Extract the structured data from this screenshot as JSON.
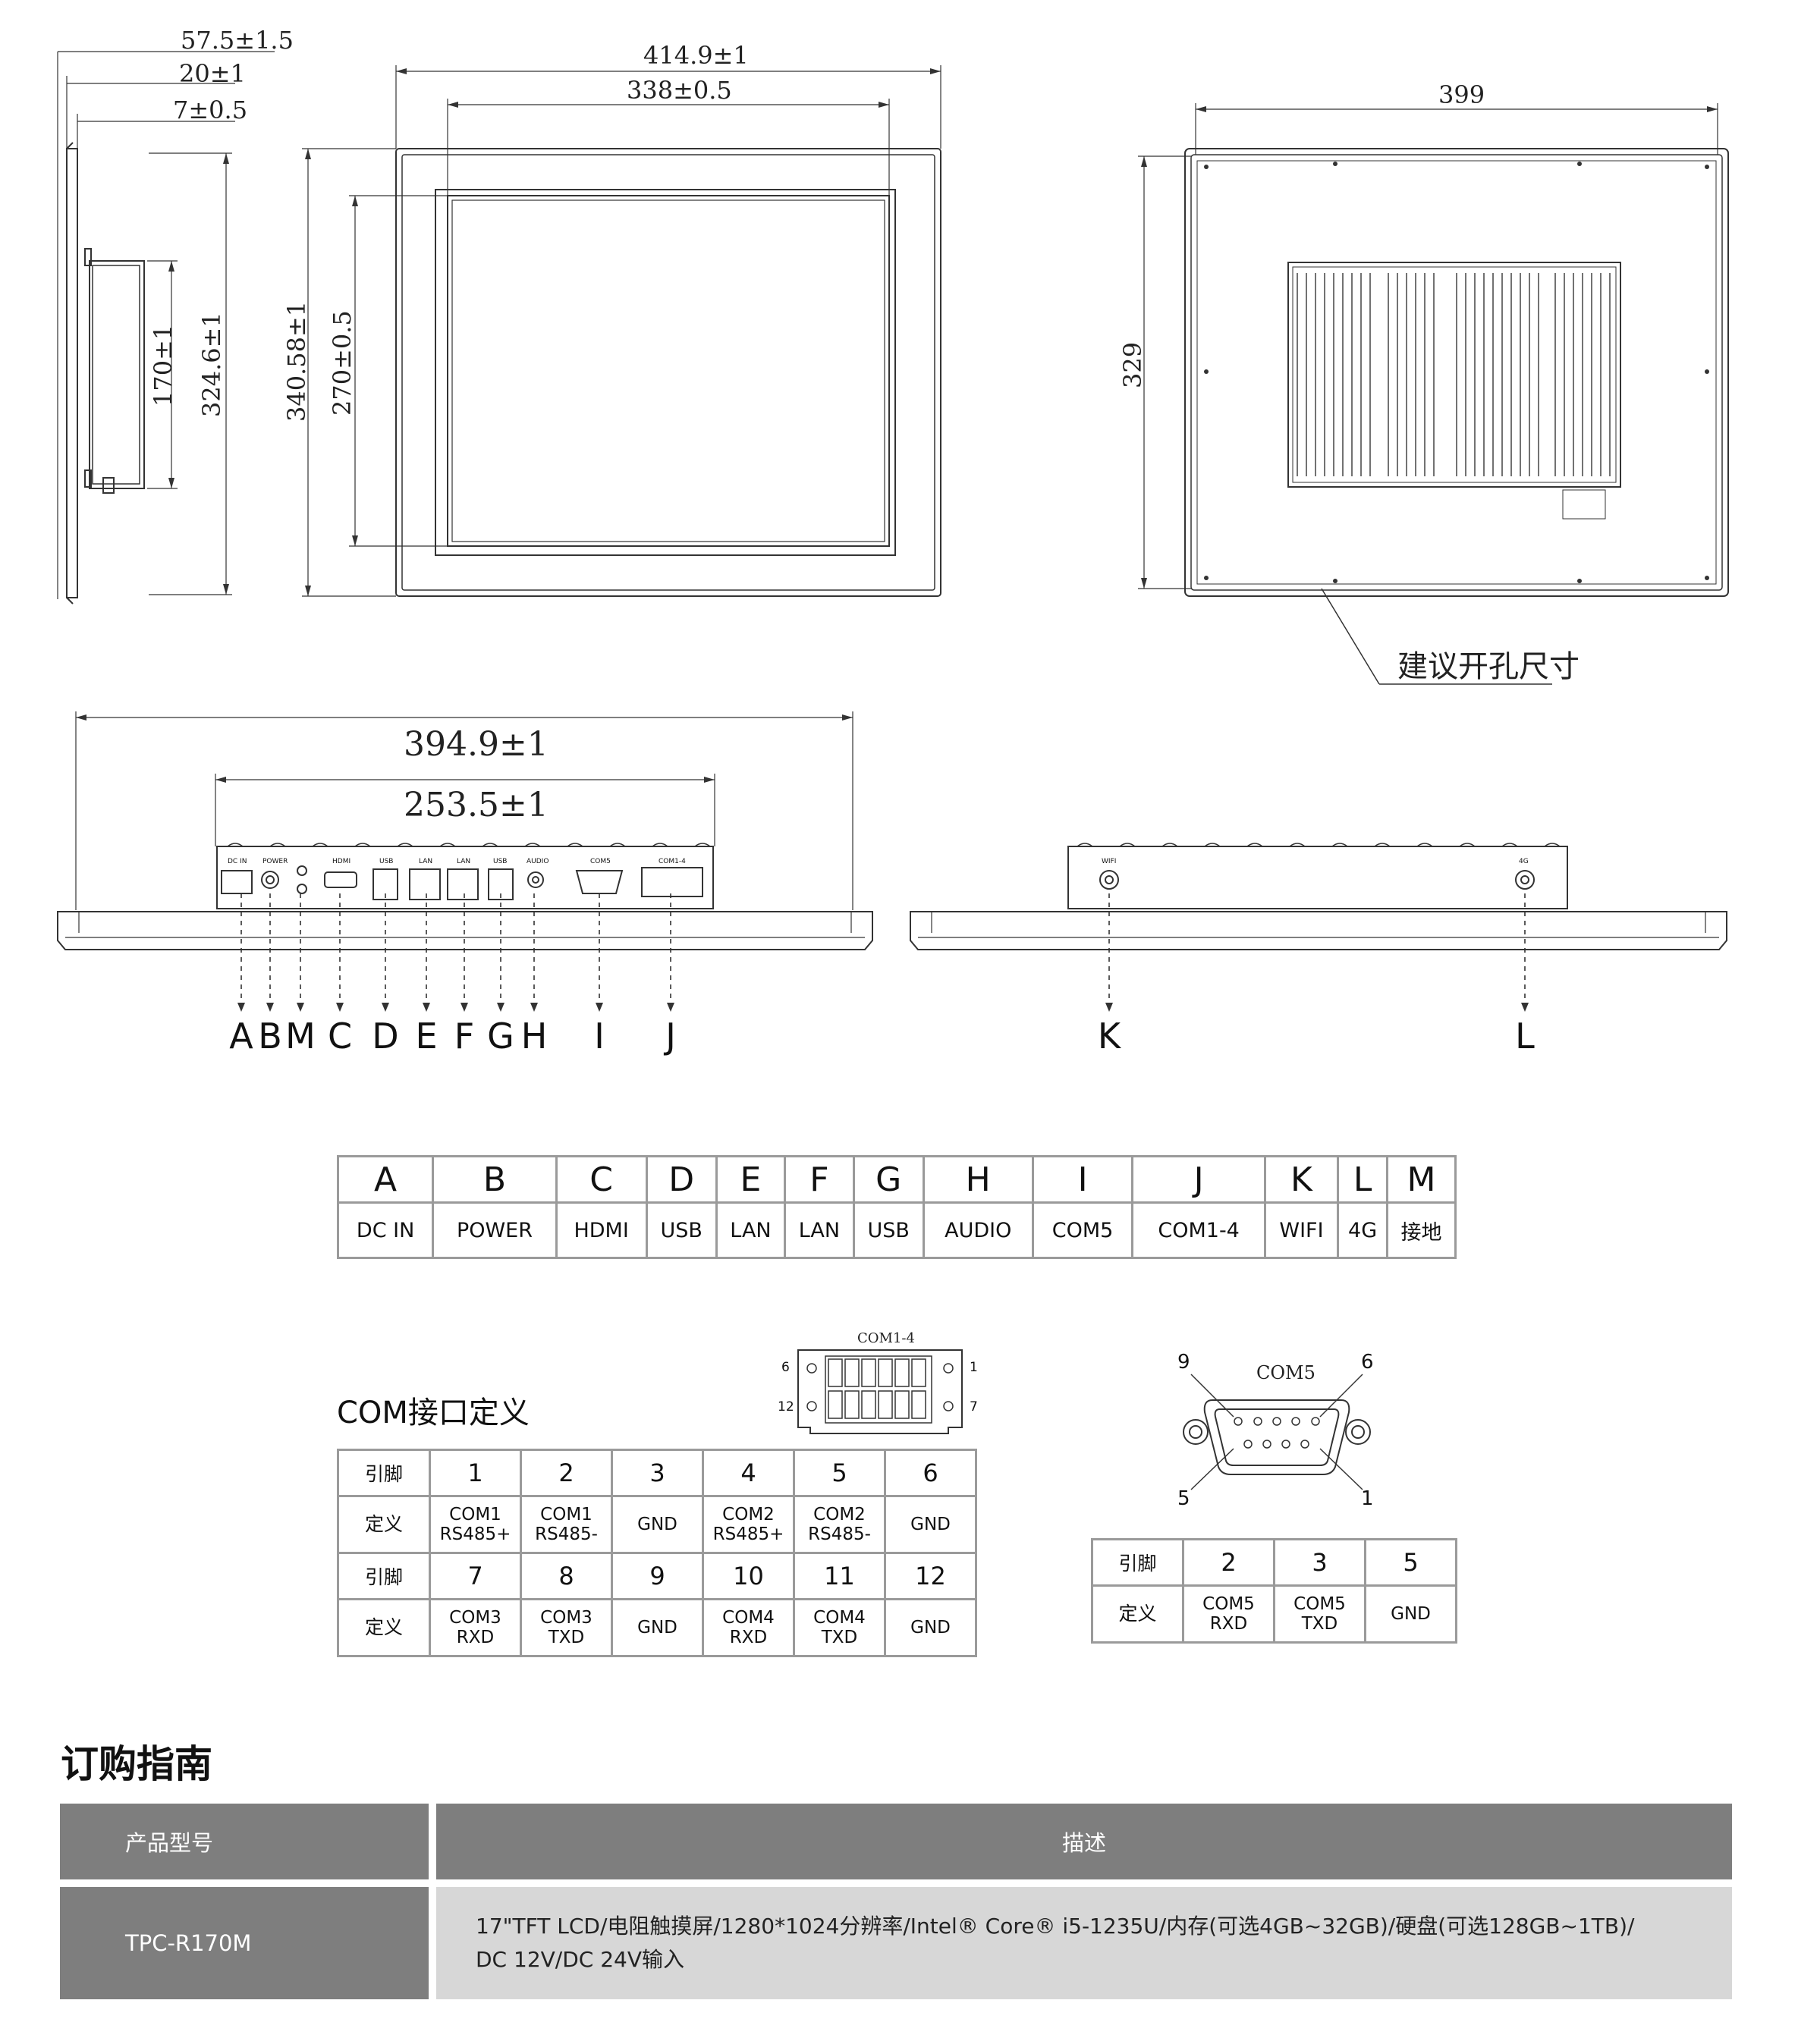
{
  "dimensions": {
    "side_depth_total": "57.5±1.5",
    "side_depth_mid": "20±1",
    "side_depth_small": "7±0.5",
    "side_height_inner": "170±1",
    "side_height_outer": "324.6±1",
    "front_width_outer": "414.9±1",
    "front_width_inner": "338±0.5",
    "front_height_outer": "340.58±1",
    "front_height_inner": "270±0.5",
    "back_width": "399",
    "back_height": "329",
    "cutout_note": "建议开孔尺寸",
    "bottom_width_outer": "394.9±1",
    "bottom_width_inner": "253.5±1"
  },
  "port_labels_small": {
    "dcin": "DC IN",
    "power": "POWER",
    "hdmi": "HDMI",
    "usb": "USB",
    "lan": "LAN",
    "audio": "AUDIO",
    "com5": "COM5",
    "com14": "COM1-4",
    "wifi": "WIFI",
    "g4": "4G"
  },
  "callouts": [
    "A",
    "B",
    "M",
    "C",
    "D",
    "E",
    "F",
    "G",
    "H",
    "I",
    "J",
    "K",
    "L"
  ],
  "port_table": {
    "letters": [
      "A",
      "B",
      "C",
      "D",
      "E",
      "F",
      "G",
      "H",
      "I",
      "J",
      "K",
      "L",
      "M"
    ],
    "names": [
      "DC IN",
      "POWER",
      "HDMI",
      "USB",
      "LAN",
      "LAN",
      "USB",
      "AUDIO",
      "COM5",
      "COM1-4",
      "WIFI",
      "4G",
      "接地"
    ]
  },
  "com_section": {
    "title": "COM接口定义",
    "connector_title": "COM1-4",
    "pin_6": "6",
    "pin_1": "1",
    "pin_12": "12",
    "pin_7": "7",
    "header_pin": "引脚",
    "header_def": "定义",
    "row1_pins": [
      "1",
      "2",
      "3",
      "4",
      "5",
      "6"
    ],
    "row1_defs": [
      [
        "COM1",
        "RS485+"
      ],
      [
        "COM1",
        "RS485-"
      ],
      [
        "GND",
        ""
      ],
      [
        "COM2",
        "RS485+"
      ],
      [
        "COM2",
        "RS485-"
      ],
      [
        "GND",
        ""
      ]
    ],
    "row2_pins": [
      "7",
      "8",
      "9",
      "10",
      "11",
      "12"
    ],
    "row2_defs": [
      [
        "COM3",
        "RXD"
      ],
      [
        "COM3",
        "TXD"
      ],
      [
        "GND",
        ""
      ],
      [
        "COM4",
        "RXD"
      ],
      [
        "COM4",
        "TXD"
      ],
      [
        "GND",
        ""
      ]
    ]
  },
  "com5_section": {
    "title": "COM5",
    "pin_9": "9",
    "pin_6": "6",
    "pin_5": "5",
    "pin_1": "1",
    "pins": [
      "2",
      "3",
      "5"
    ],
    "defs": [
      [
        "COM5",
        "RXD"
      ],
      [
        "COM5",
        "TXD"
      ],
      [
        "GND",
        ""
      ]
    ]
  },
  "ordering": {
    "title": "订购指南",
    "col_model": "产品型号",
    "col_desc": "描述",
    "model": "TPC-R170M",
    "desc_line1": "17\"TFT LCD/电阻触摸屏/1280*1024分辨率/Intel® Core® i5-1235U/内存(可选4GB~32GB)/硬盘(可选128GB~1TB)/",
    "desc_line2": "DC 12V/DC 24V输入"
  }
}
